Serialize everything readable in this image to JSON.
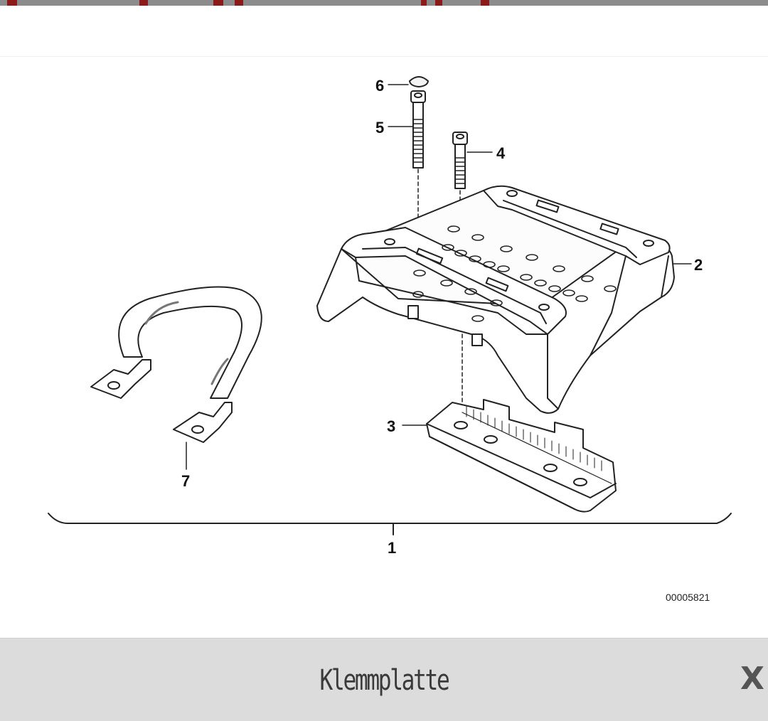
{
  "diagram": {
    "callouts": {
      "c1": "1",
      "c2": "2",
      "c3": "3",
      "c4": "4",
      "c5": "5",
      "c6": "6",
      "c7": "7"
    },
    "drawing_code": "00005821"
  },
  "bottom_bar": {
    "title": "Klemmplatte",
    "close_label": "X"
  },
  "colors": {
    "top_strip": "#8c8c8c",
    "top_strip_accent": "#8b1a1a",
    "bottom_bar": "#dcdcdc",
    "title_text": "#3a3a3a"
  }
}
